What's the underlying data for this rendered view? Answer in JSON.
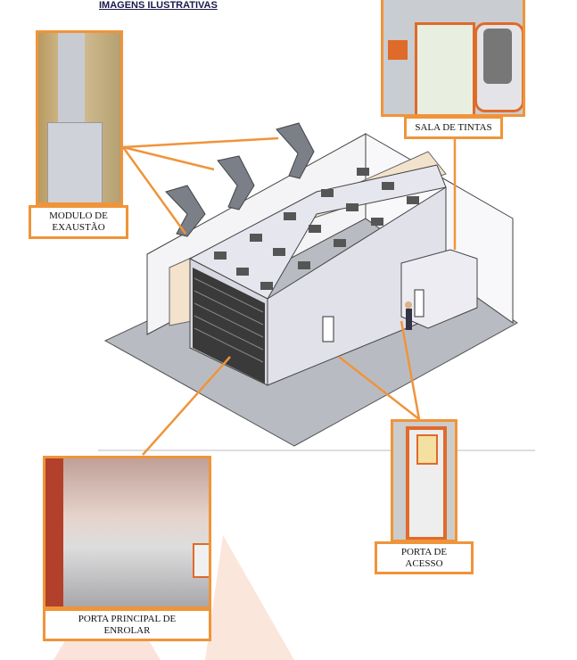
{
  "header": {
    "title": "IMAGENS ILUSTRATIVAS"
  },
  "labels": {
    "exhaust": "MODULO DE EXAUSTÃO",
    "paint_room": "SALA DE TINTAS",
    "access_door": "PORTA DE ACESSO",
    "main_door": "PORTA PRINCIPAL DE ENROLAR"
  },
  "colors": {
    "accent": "#f0943a",
    "booth": "#e8e8f0",
    "floor": "#b8bcc2"
  }
}
